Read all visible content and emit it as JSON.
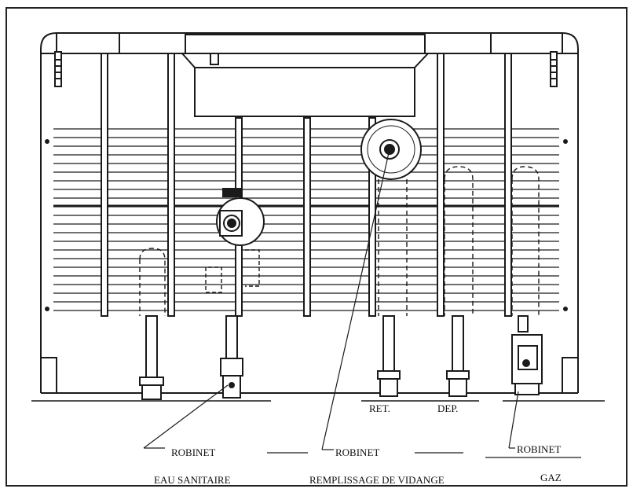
{
  "colors": {
    "ink": "#1a1a1a",
    "paper": "#ffffff",
    "soft": "#555555"
  },
  "labels": {
    "ret": "RET.",
    "dep": "DEP.",
    "robinet_left": "ROBINET",
    "robinet_center": "ROBINET",
    "robinet_right": "ROBINET",
    "eau_sanitaire": "EAU SANITAIRE",
    "remplissage": "REMPLISSAGE DE VIDANGE",
    "gaz": "GAZ"
  }
}
